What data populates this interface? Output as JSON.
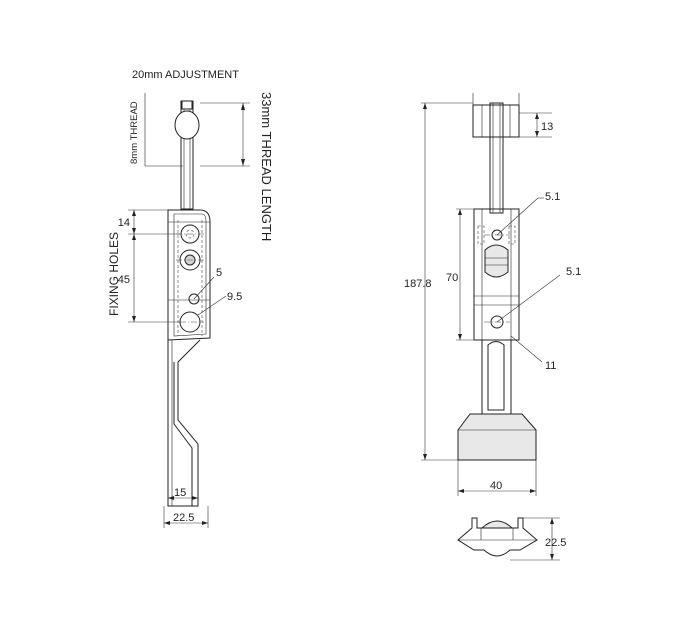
{
  "labels": {
    "adjustment": "20mm ADJUSTMENT",
    "thread": "8mm THREAD",
    "thread_length": "33mm THREAD LENGTH",
    "fixing_holes": "FIXING HOLES"
  },
  "side_view": {
    "dim_top_hole": "14",
    "dim_hole_spacing": "45",
    "dim_small_hole": "5",
    "dim_large_hole": "9.5",
    "dim_foot_width": "15",
    "dim_overall_width": "22.5"
  },
  "front_view": {
    "dim_top": "13",
    "dim_upper_hole": "5.1",
    "dim_lower_hole": "5.1",
    "dim_overall_height": "187.8",
    "dim_hole_spacing": "70",
    "dim_slot": "11",
    "dim_foot_width": "40"
  },
  "plan_view": {
    "dim_height": "22.5"
  }
}
